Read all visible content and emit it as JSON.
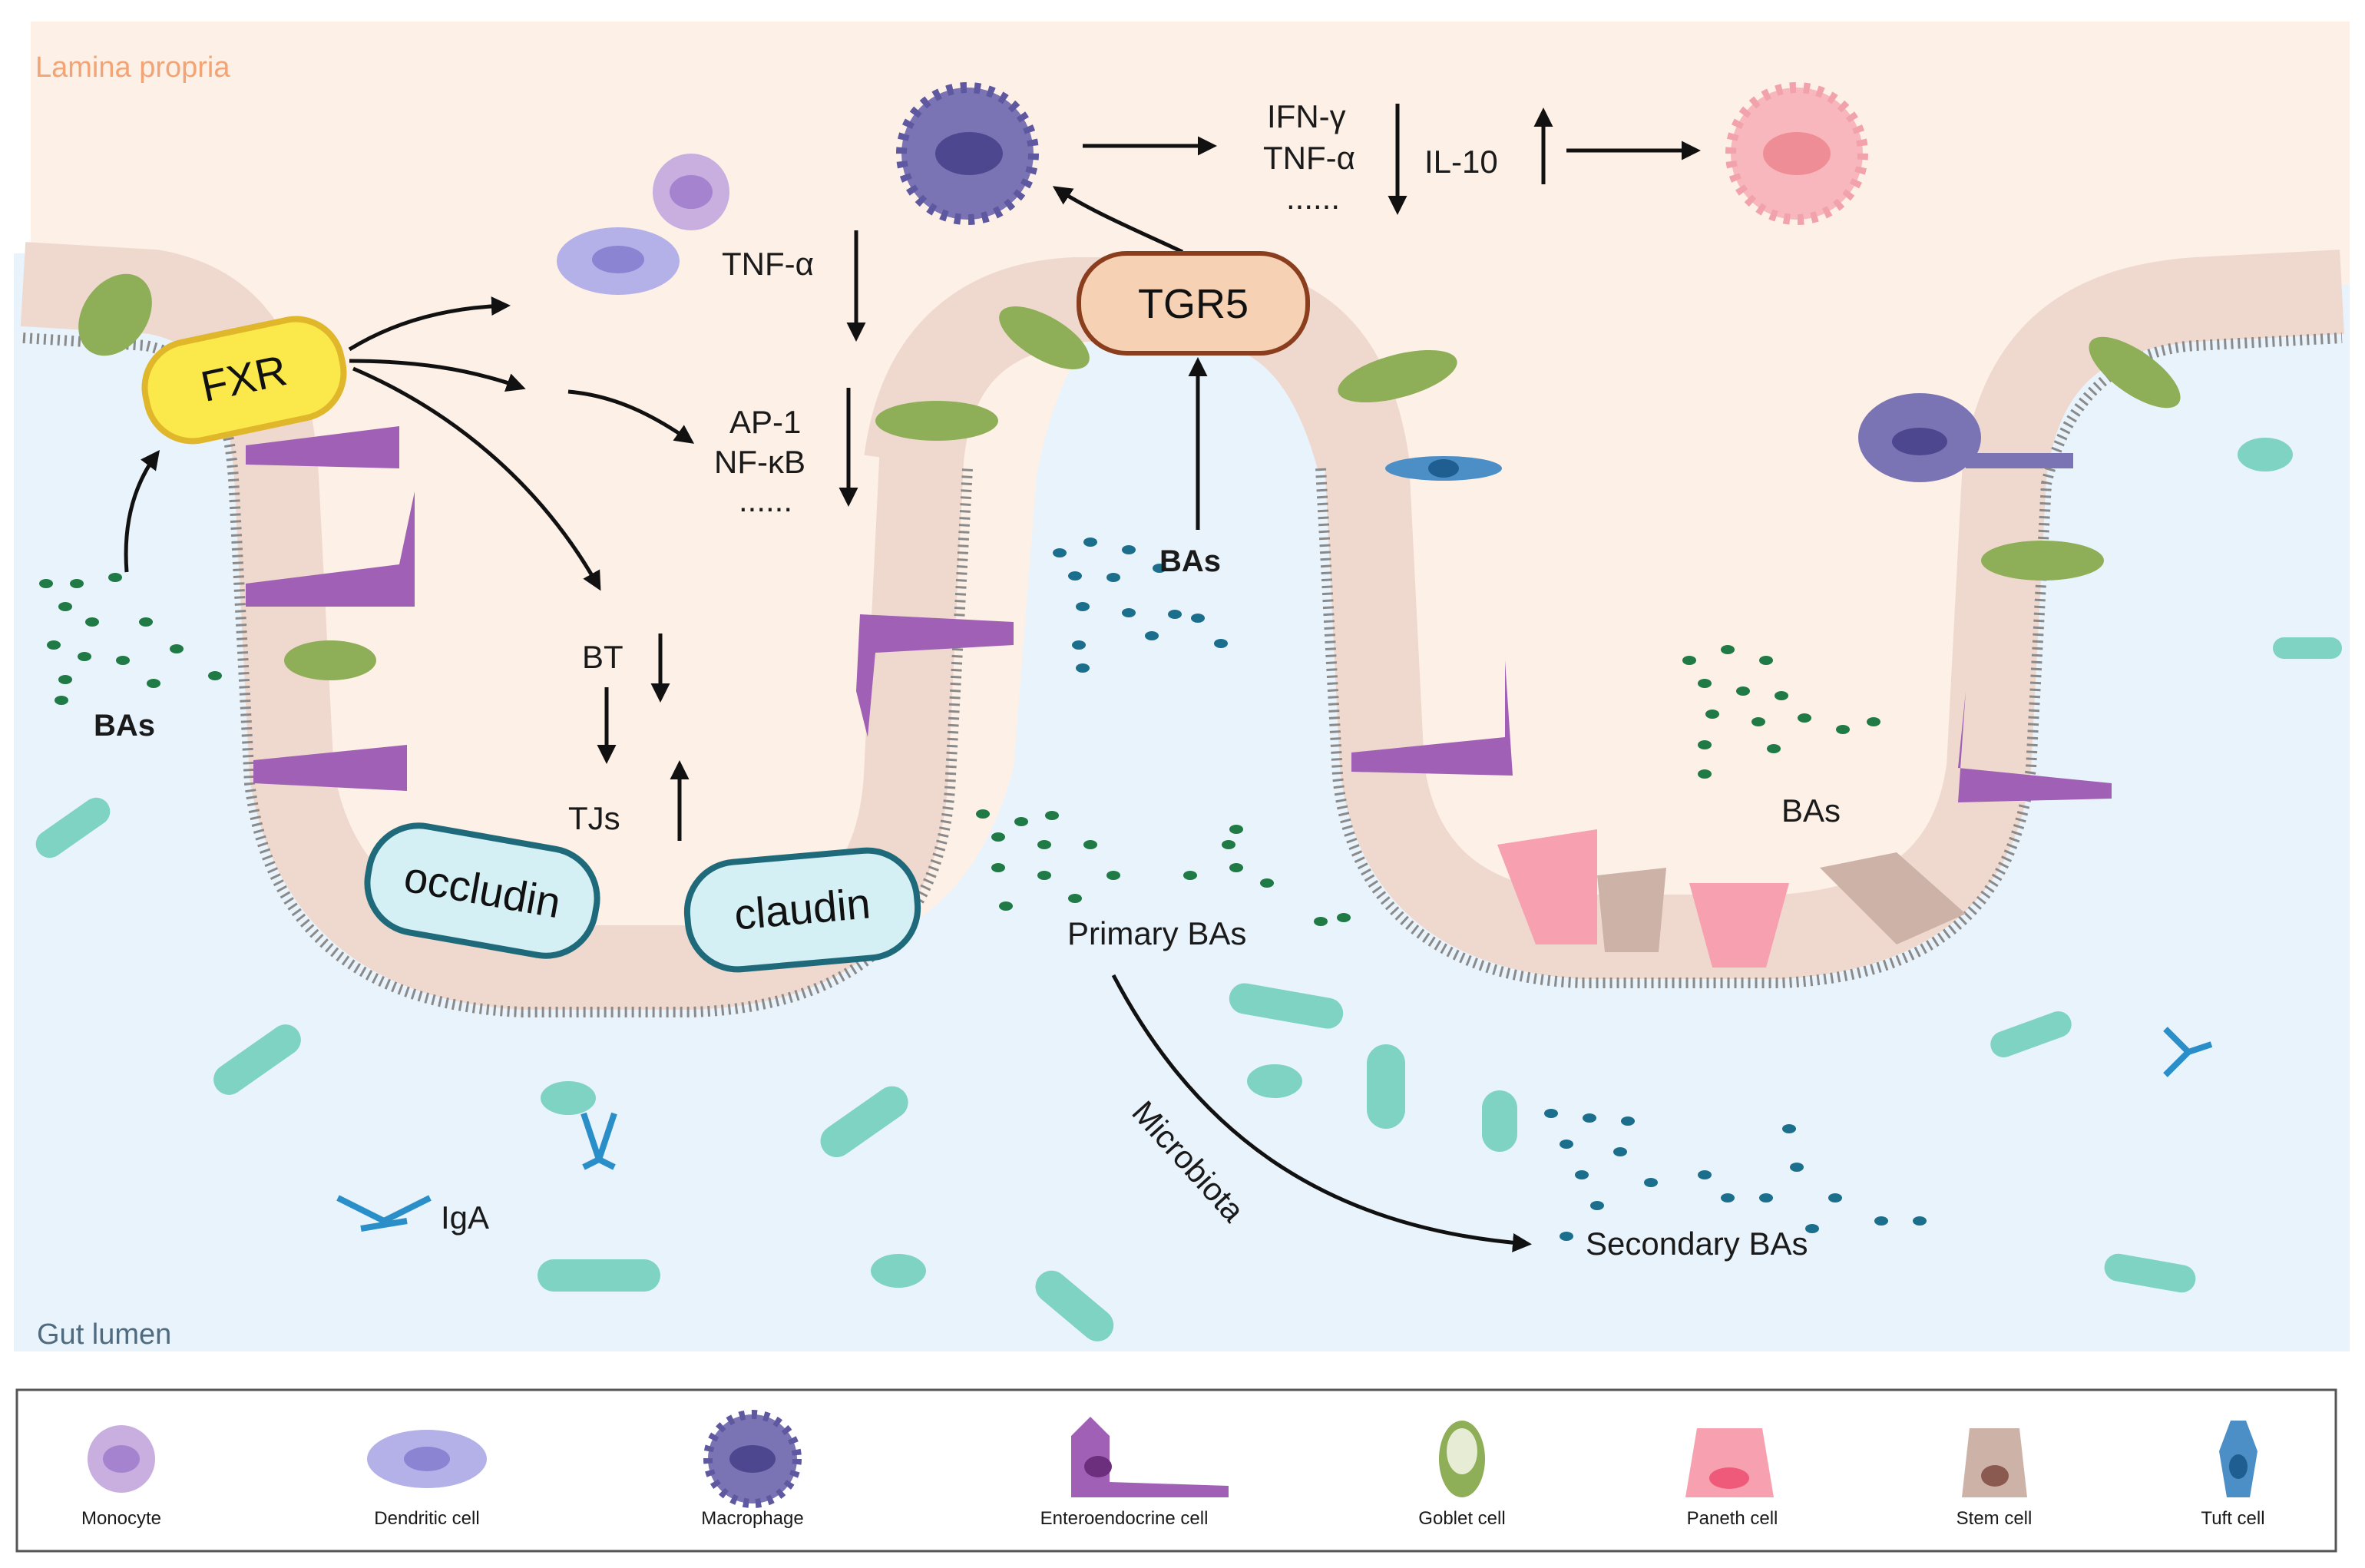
{
  "regions": {
    "lamina_propria": "Lamina propria",
    "gut_lumen": "Gut lumen"
  },
  "receptors": {
    "fxr": "FXR",
    "tgr5": "TGR5"
  },
  "proteins": {
    "occludin": "occludin",
    "claudin": "claudin"
  },
  "labels": {
    "tnf_alpha_left": "TNF-α",
    "ap1": "AP-1",
    "nfkb": "NF-κB",
    "dots_left": "......",
    "bt": "BT",
    "tjs": "TJs",
    "ifn_gamma": "IFN-γ",
    "tnf_alpha_right": "TNF-α",
    "dots_right": "......",
    "il10": "IL-10",
    "bas_left": "BAs",
    "bas_center": "BAs",
    "bas_right": "BAs",
    "primary_bas": "Primary BAs",
    "secondary_bas": "Secondary BAs",
    "microbiota": "Microbiota",
    "iga": "IgA"
  },
  "legend": [
    "Monocyte",
    "Dendritic cell",
    "Macrophage",
    "Enteroendocrine cell",
    "Goblet cell",
    "Paneth cell",
    "Stem cell",
    "Tuft cell"
  ],
  "colors": {
    "lamina": "#fdf0e7",
    "lumen": "#e9f3fb",
    "epithelium": "#efd9cf",
    "fxr_fill": "#fbe84a",
    "tgr5_fill": "#f6d1b3",
    "protein_fill": "#d4f0f5",
    "enteroendocrine": "#a060b5",
    "goblet": "#8fae58",
    "paneth": "#f7a0b0",
    "stem": "#cdb2a8",
    "macrophage": "#7a74b5",
    "dendritic": "#b4b0e8",
    "monocyte": "#c9aee0",
    "tuft": "#4b8fc6",
    "bacteria": "#7fd3c3",
    "dots_green": "#1f7a45",
    "dots_blue": "#1b6f8c"
  }
}
